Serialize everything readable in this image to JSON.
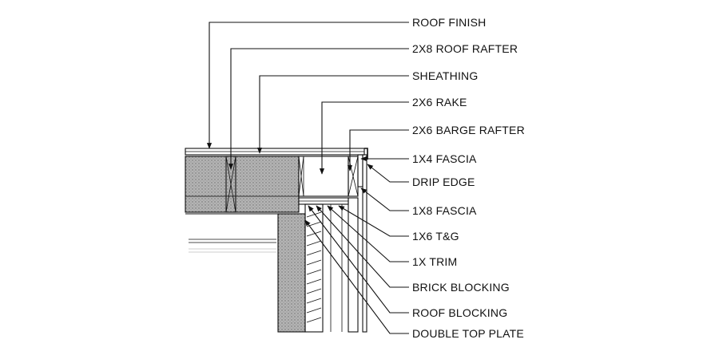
{
  "labels": [
    "ROOF FINISH",
    "2X8 ROOF RAFTER",
    "SHEATHING",
    "2X6 RAKE",
    "2X6 BARGE RAFTER",
    "1X4 FASCIA",
    "DRIP EDGE",
    "1X8 FASCIA",
    "1X6 T&G",
    "1X TRIM",
    "BRICK BLOCKING",
    "ROOF BLOCKING",
    "DOUBLE TOP PLATE"
  ],
  "colors": {
    "line": "#111111",
    "hatch": "#9a9a9a",
    "background": "#ffffff"
  }
}
